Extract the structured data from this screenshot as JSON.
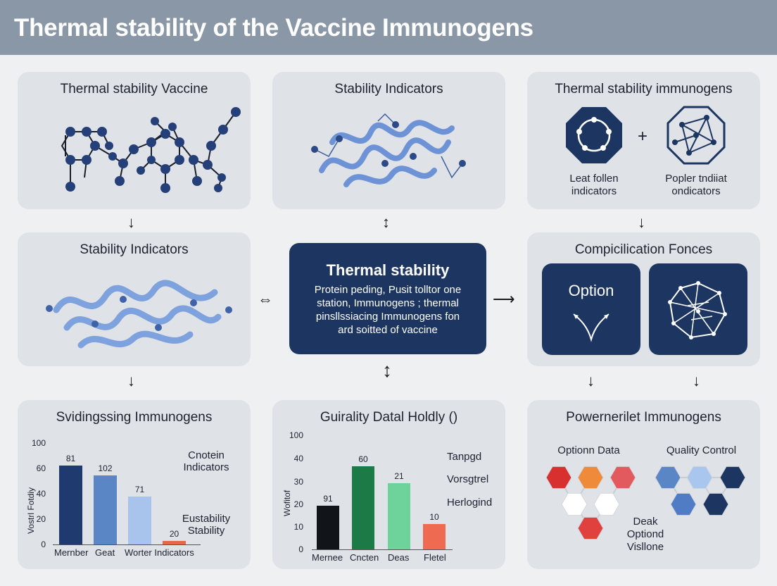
{
  "header": {
    "title": "Thermal stability of the Vaccine Immunogens"
  },
  "panels": {
    "p1": {
      "title": "Thermal stability Vaccine"
    },
    "p2": {
      "title": "Stability Indicators"
    },
    "p3": {
      "title": "Thermal stability immunogens",
      "plus": "+",
      "left_label_1": "Leat follen",
      "left_label_2": "indicators",
      "right_label_1": "Popler tndiiat",
      "right_label_2": "ondicators"
    },
    "p4": {
      "title": "Stability Indicators"
    },
    "center": {
      "title": "Thermal stability",
      "line1": "Protein peding, Pusit tolltor one",
      "line2": "station, Immunogens ; thermal",
      "line3": "pinsllssiacing Immunogens fon",
      "line4": "ard soitted of vaccine"
    },
    "p6": {
      "title": "Compicilication Fonces",
      "option_label": "Option"
    },
    "p7": {
      "title": "Svidingssing Immunogens",
      "ylabel": "Vostrl Fotdiy",
      "legend_1": "Cnotein",
      "legend_2": "Indicators",
      "legend_3": "Eustability",
      "legend_4": "Stability"
    },
    "p8": {
      "title": "Guirality Datal Holdly ()",
      "ylabel": "Wofitof",
      "legend_1": "Tanpgd",
      "legend_2": "Vorsgtrel",
      "legend_3": "Herlogind"
    },
    "p9": {
      "title": "Powernerilet Immunogens",
      "left_label": "Optionn Data",
      "right_label": "Quality Control",
      "bottom_label_1": "Deak",
      "bottom_label_2": "Optiond",
      "bottom_label_3": "Visllone"
    }
  },
  "arrows": {
    "down": "↓",
    "updown": "↕",
    "leftright": "⇔",
    "right": "⟶"
  },
  "chart_data": [
    {
      "type": "bar",
      "categories": [
        "Mernber",
        "Geat",
        "Worter Indicators",
        ""
      ],
      "values": [
        81,
        102,
        71,
        20
      ],
      "data_labels": [
        "81",
        "102",
        "71",
        "20"
      ],
      "y_ticks": [
        "100",
        "60",
        "40",
        "20",
        "0"
      ],
      "colors": [
        "#1e3a6e",
        "#5b86c5",
        "#a8c4ec",
        "#e8664a"
      ]
    },
    {
      "type": "bar",
      "categories": [
        "Mernee",
        "Cncten",
        "Deas",
        "Fletel"
      ],
      "values": [
        91,
        60,
        21,
        10
      ],
      "data_labels": [
        "91",
        "60",
        "21",
        "10"
      ],
      "y_ticks": [
        "100",
        "40",
        "30",
        "20",
        "10",
        "0"
      ],
      "colors": [
        "#111418",
        "#1b7a45",
        "#6dd39b",
        "#ee6b52"
      ]
    }
  ]
}
